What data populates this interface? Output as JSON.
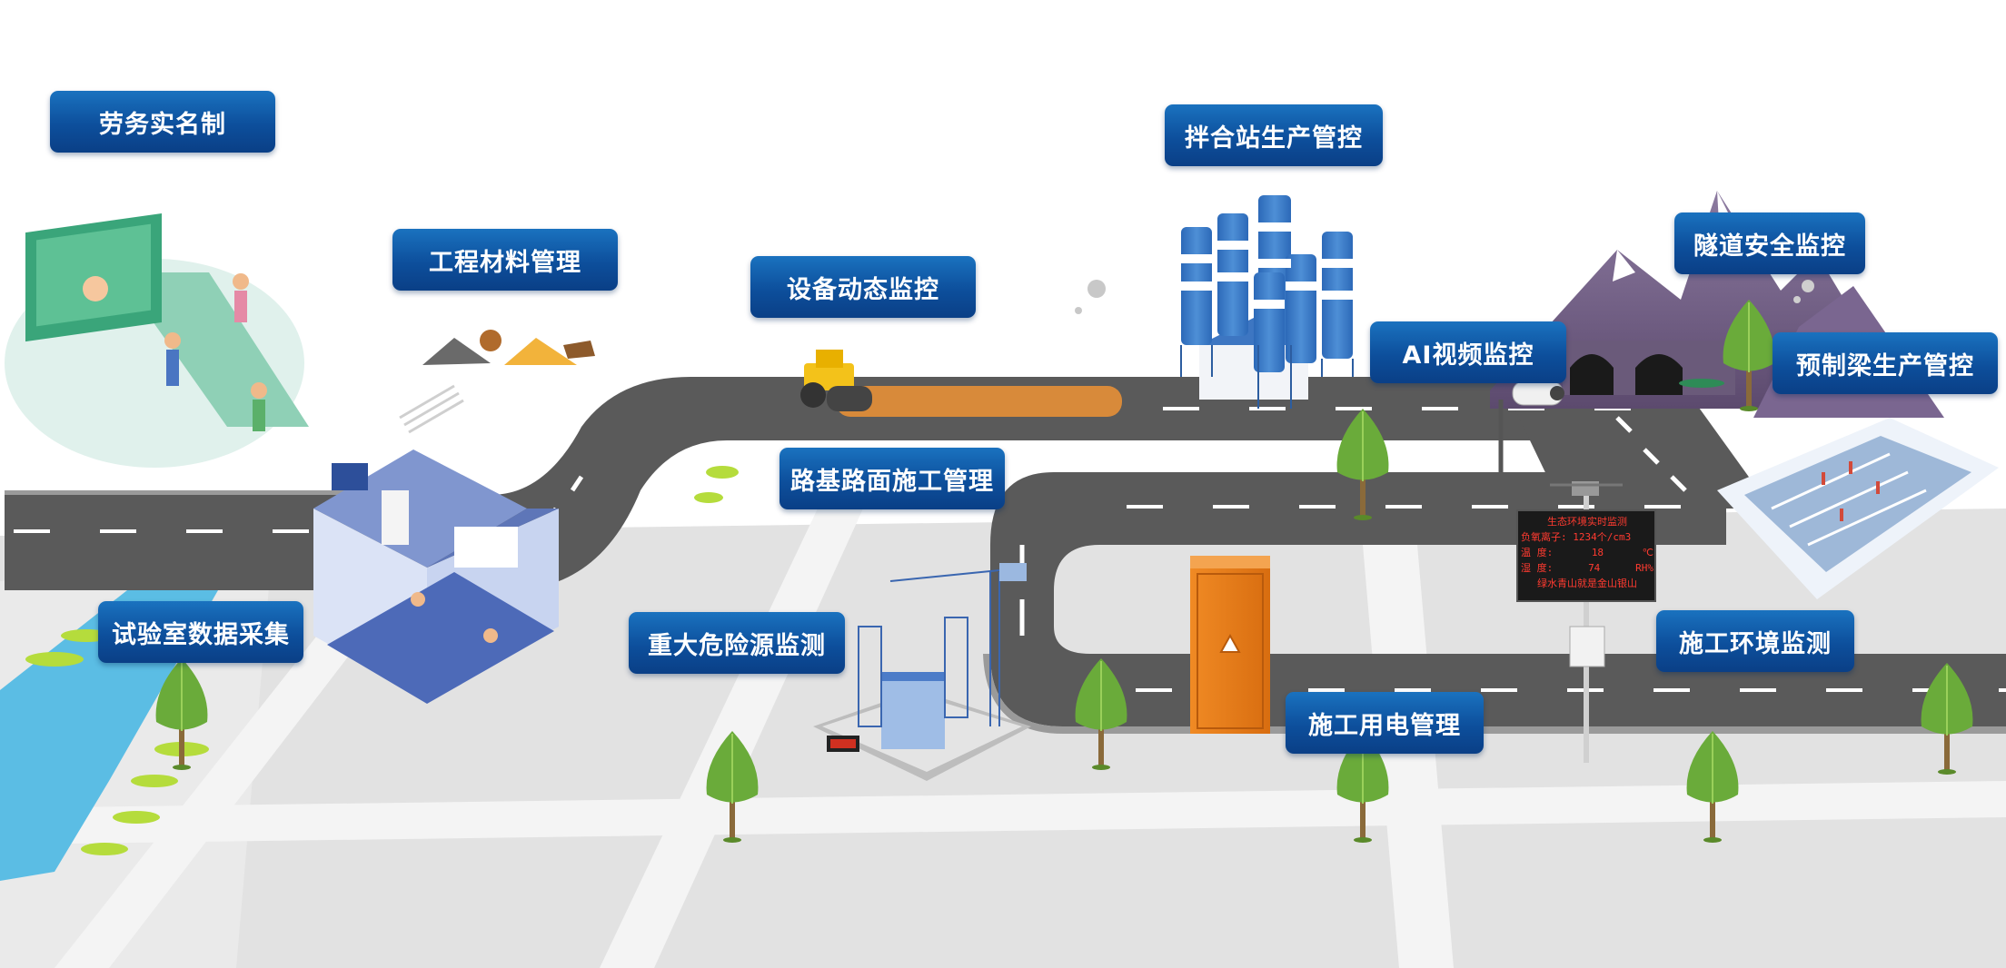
{
  "labels": {
    "labor_realname": "劳务实名制",
    "material_mgmt": "工程材料管理",
    "equipment_monitor": "设备动态监控",
    "mixing_station": "拌合站生产管控",
    "tunnel_safety": "隧道安全监控",
    "ai_video": "AI视频监控",
    "precast_beam": "预制梁生产管控",
    "roadbed_construction": "路基路面施工管理",
    "lab_data": "试验室数据采集",
    "hazard_monitor": "重大危险源监测",
    "env_monitor": "施工环境监测",
    "power_mgmt": "施工用电管理"
  },
  "led_board": {
    "title": "生态环境实时监测",
    "line1": "负氧离子: 1234个/cm3",
    "line2_label": "温  度:",
    "line2_value": "18",
    "line2_unit": "℃",
    "line3_label": "湿  度:",
    "line3_value": "74",
    "line3_unit": "RH%",
    "footer": "绿水青山就是金山银山"
  },
  "colors": {
    "tag_blue": "#0d4f9c",
    "road": "#5a5a5a",
    "ground": "#e4e4e4",
    "water": "#5bbde4",
    "tree": "#6aab3a",
    "led_red": "#ff3b30"
  }
}
